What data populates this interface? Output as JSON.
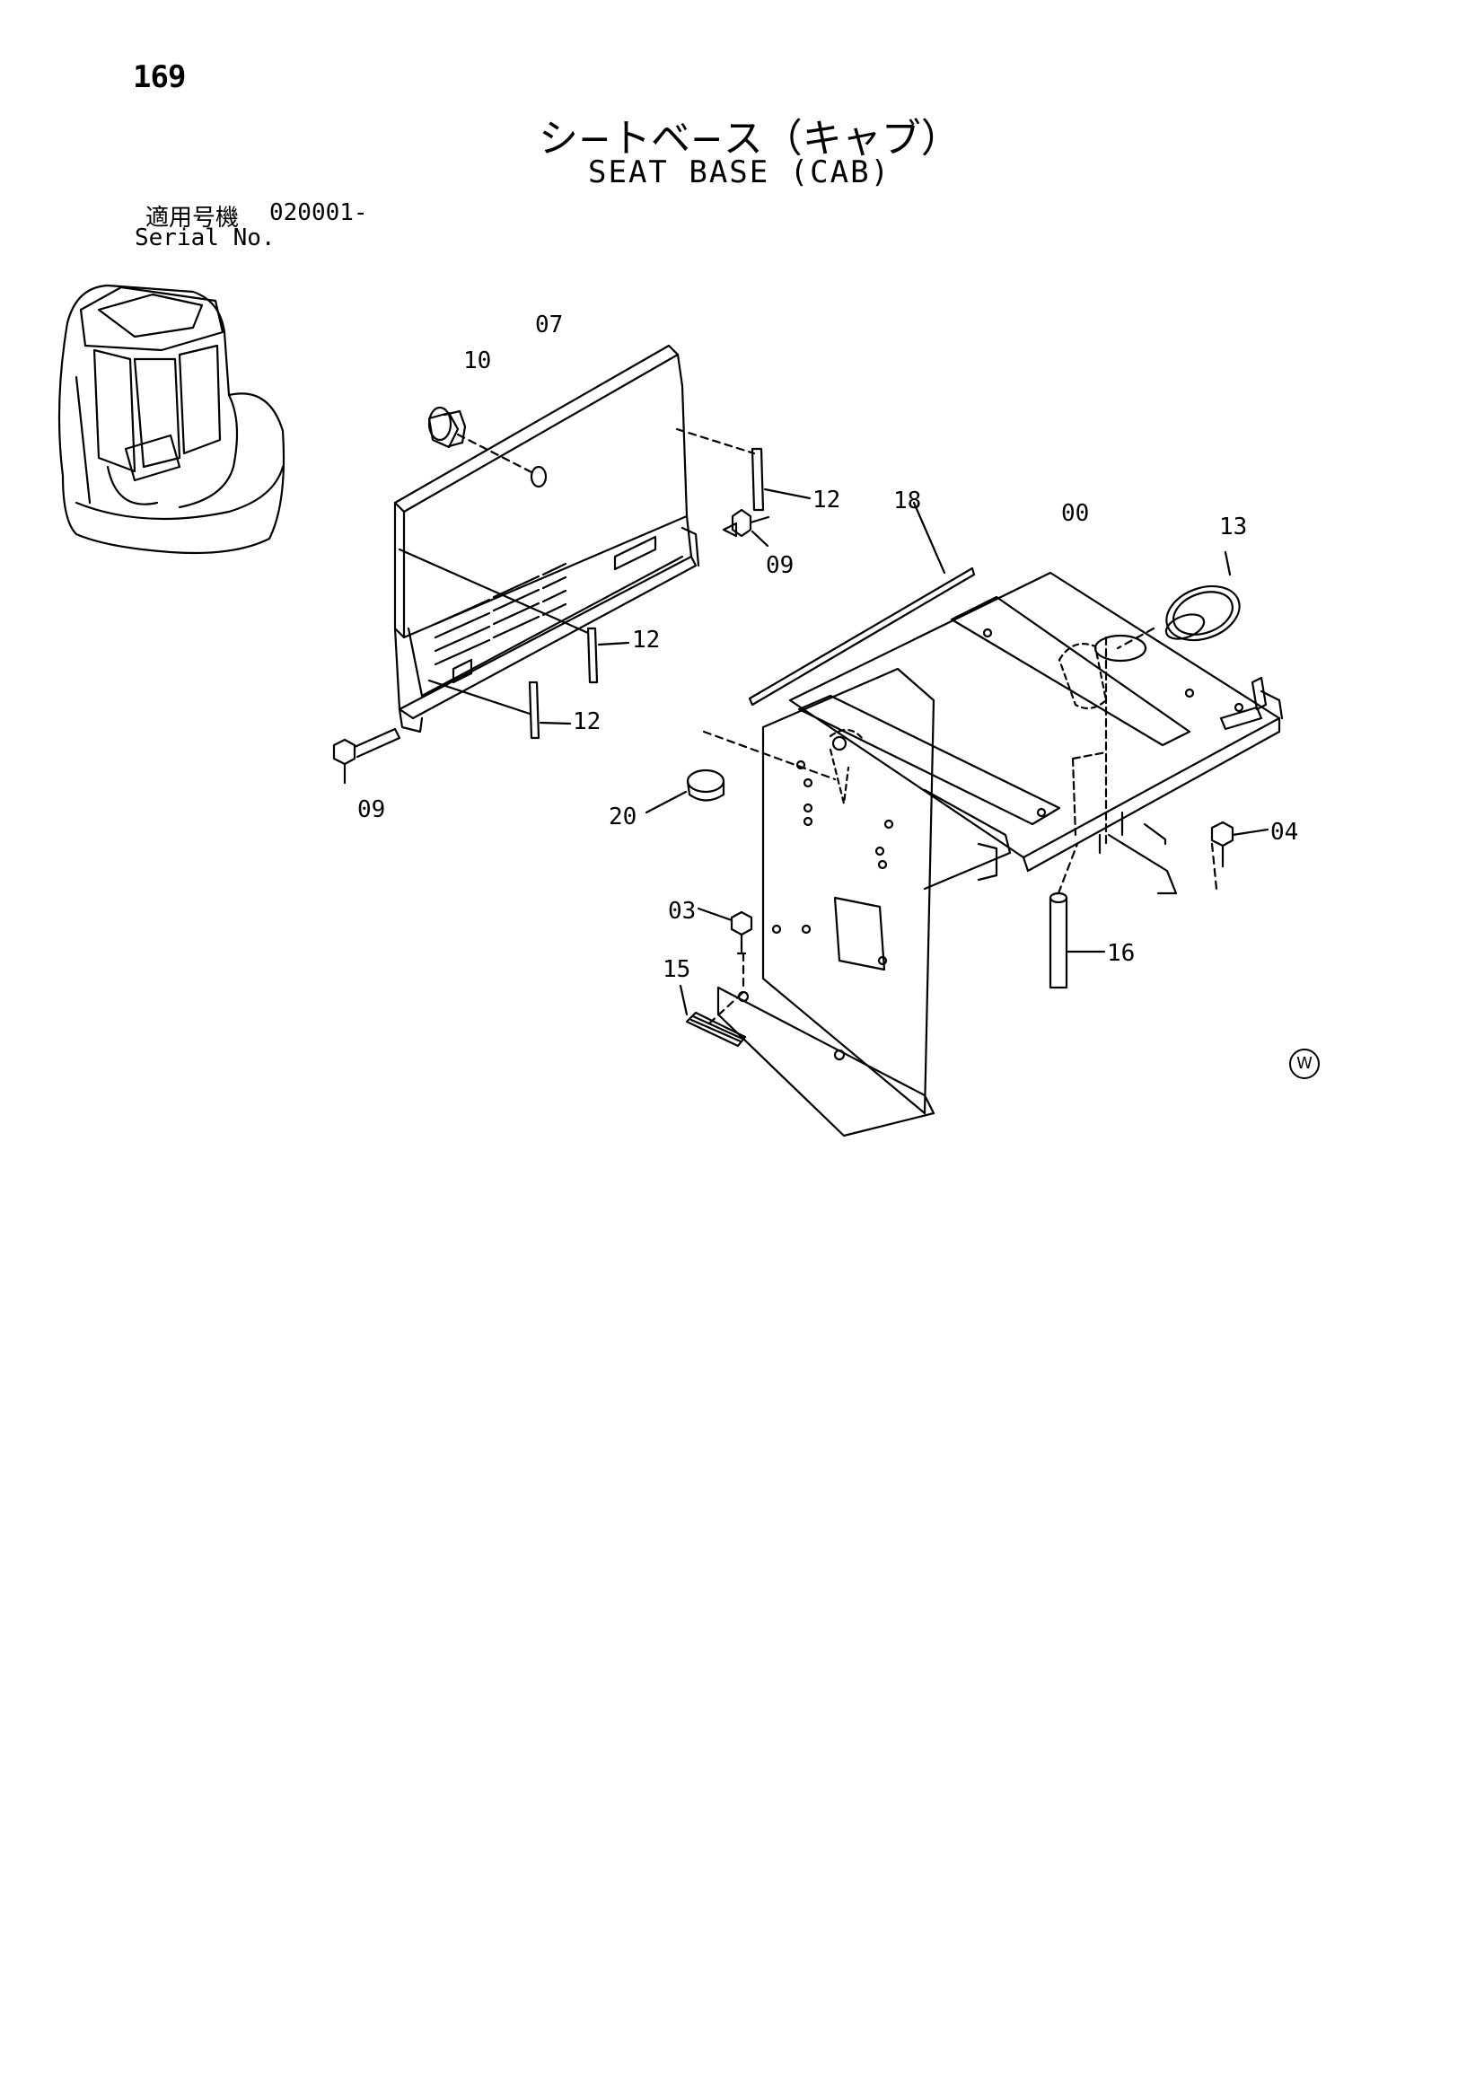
{
  "page": {
    "number": "169",
    "title_jp": "シ−トベ−ス（キャブ）",
    "title_en": "SEAT BASE (CAB)",
    "serial_label_jp": "適用号機",
    "serial_value": "020001-",
    "serial_label_en": "Serial No."
  },
  "callouts": {
    "c07": "07",
    "c10": "10",
    "c12a": "12",
    "c12b": "12",
    "c12c": "12",
    "c09a": "09",
    "c09b": "09",
    "c18": "18",
    "c00": "00",
    "c13": "13",
    "c20": "20",
    "c04": "04",
    "c03": "03",
    "c15": "15",
    "c16": "16"
  },
  "marks": {
    "w": "W"
  }
}
